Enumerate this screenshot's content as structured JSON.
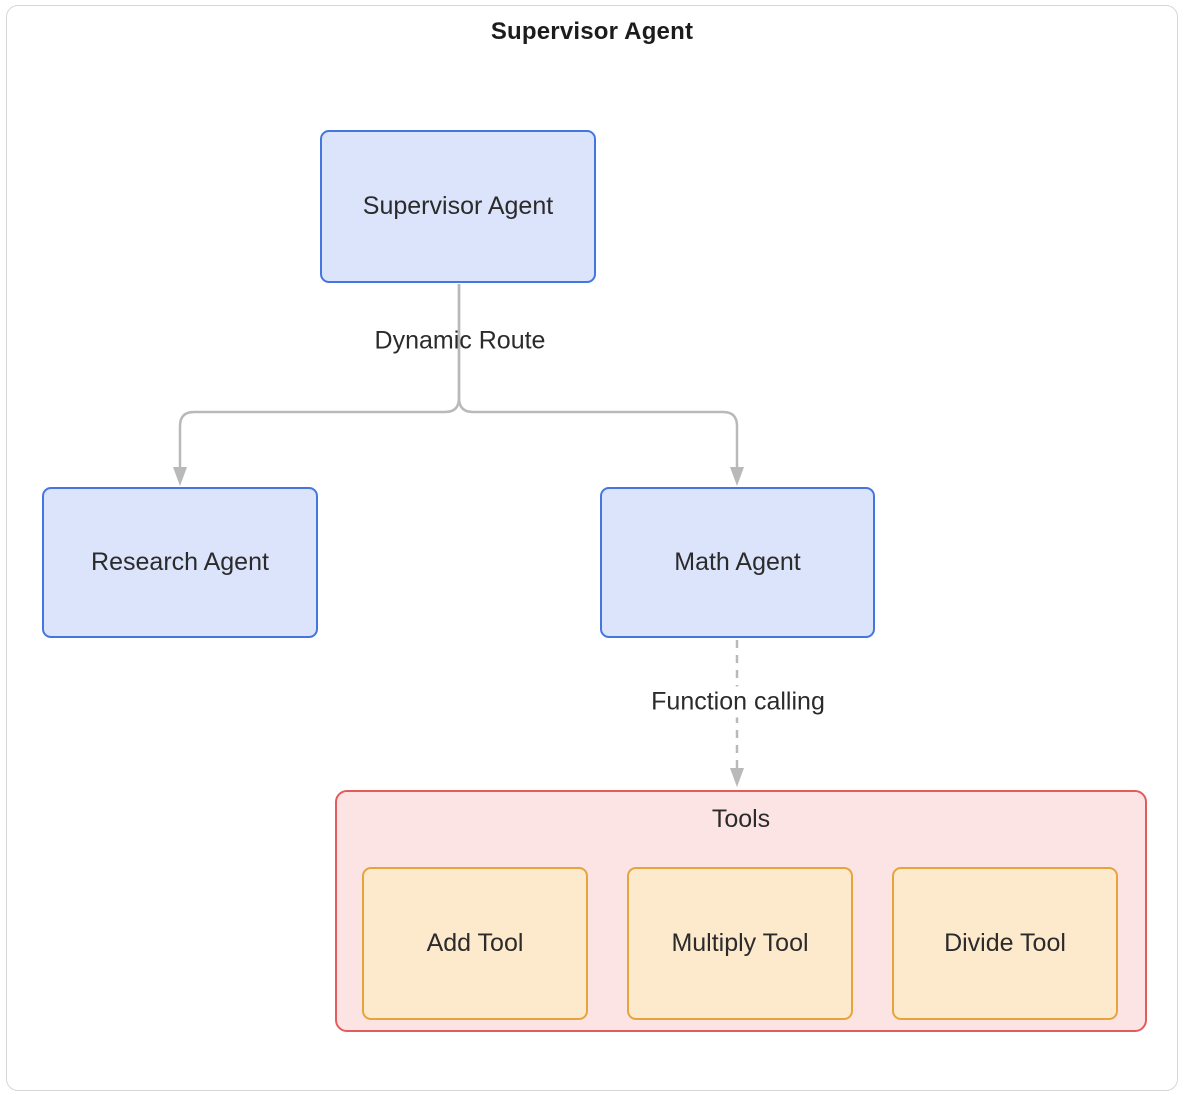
{
  "diagram": {
    "title": "Supervisor Agent",
    "nodes": {
      "supervisor": {
        "label": "Supervisor Agent"
      },
      "research": {
        "label": "Research Agent"
      },
      "math": {
        "label": "Math Agent"
      }
    },
    "edges": {
      "dynamic_route": {
        "label": "Dynamic Route",
        "from": "supervisor",
        "to": [
          "research",
          "math"
        ],
        "style": "solid"
      },
      "function_calling": {
        "label": "Function calling",
        "from": "math",
        "to": "tools",
        "style": "dashed"
      }
    },
    "tools": {
      "title": "Tools",
      "items": [
        {
          "label": "Add Tool"
        },
        {
          "label": "Multiply Tool"
        },
        {
          "label": "Divide Tool"
        }
      ]
    },
    "colors": {
      "agent_fill": "#dbe4fb",
      "agent_border": "#4576e0",
      "tools_fill": "#fce4e4",
      "tools_border": "#e25c5c",
      "tool_fill": "#fdeacd",
      "tool_border": "#e8a33d",
      "edge": "#b9b9b9",
      "text": "#2b2b2b"
    }
  }
}
